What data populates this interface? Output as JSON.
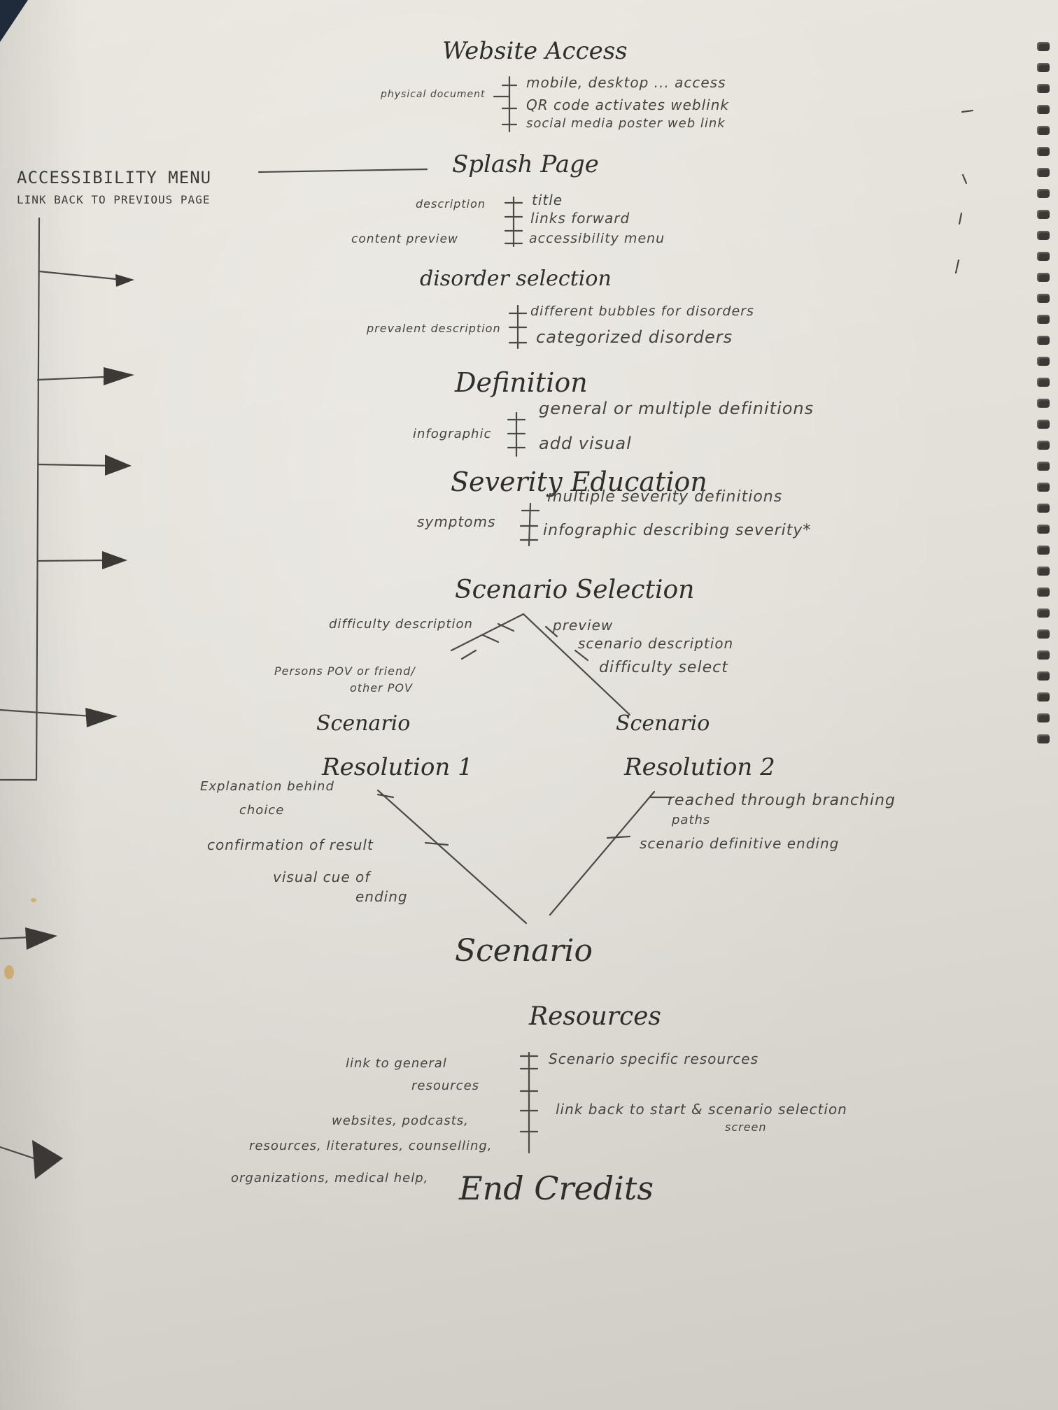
{
  "accessibility": {
    "menu": "ACCESSIBILITY MENU",
    "link_back": "LINK BACK TO PREVIOUS PAGE"
  },
  "website_access": {
    "title": "Website Access",
    "left": "physical document",
    "right": [
      "mobile, desktop ... access",
      "QR code activates weblink",
      "social media poster web link"
    ]
  },
  "splash_page": {
    "title": "Splash Page",
    "left": [
      "description",
      "content preview"
    ],
    "right": [
      "title",
      "links forward",
      "accessibility menu"
    ]
  },
  "disorder_selection": {
    "title": "disorder selection",
    "left": "prevalent description",
    "right": [
      "different bubbles for disorders",
      "categorized disorders"
    ]
  },
  "definition": {
    "title": "Definition",
    "left": "infographic",
    "right": [
      "general or multiple definitions",
      "add visual"
    ]
  },
  "severity_education": {
    "title": "Severity Education",
    "left": "symptoms",
    "right": [
      "multiple severity definitions",
      "infographic describing severity*"
    ]
  },
  "scenario_selection": {
    "title": "Scenario Selection",
    "left": [
      "difficulty description",
      "Persons POV or friend/",
      "other POV"
    ],
    "right": [
      "preview",
      "scenario description",
      "difficulty select"
    ]
  },
  "resolution1": {
    "title_line1": "Scenario",
    "title_line2": "Resolution 1",
    "notes": [
      "Explanation behind",
      "choice",
      "confirmation of result",
      "visual cue of",
      "ending"
    ]
  },
  "resolution2": {
    "title_line1": "Scenario",
    "title_line2": "Resolution 2",
    "notes": [
      "reached through branching",
      "paths",
      "scenario definitive ending"
    ]
  },
  "resources": {
    "title_line1": "Scenario",
    "title_line2": "Resources",
    "left": [
      "link to general",
      "resources",
      "websites, podcasts,",
      "resources, literatures, counselling,",
      "organizations, medical help,"
    ],
    "right": [
      "Scenario specific resources",
      "link back to start & scenario selection",
      "screen"
    ]
  },
  "end_credits": {
    "title": "End Credits"
  }
}
